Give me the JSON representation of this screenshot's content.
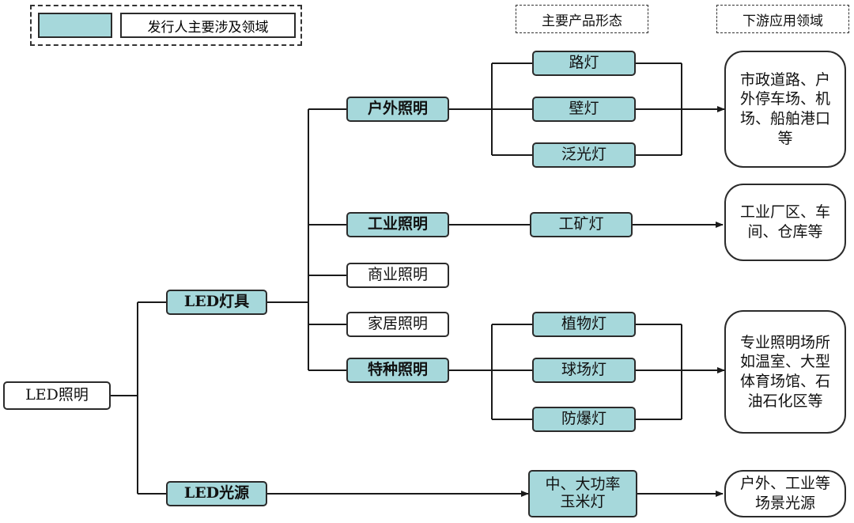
{
  "legend": {
    "label": "发行人主要涉及领域",
    "swatch_color": "#a6d8db"
  },
  "headers": {
    "products": "主要产品形态",
    "downstream": "下游应用领域"
  },
  "root": "LED照明",
  "level1": {
    "fixtures": "LED灯具",
    "light_source": "LED光源"
  },
  "level2": {
    "outdoor": "户外照明",
    "industrial": "工业照明",
    "commercial": "商业照明",
    "home": "家居照明",
    "special": "特种照明"
  },
  "products": {
    "street_lamp": "路灯",
    "wall_lamp": "壁灯",
    "floodlight": "泛光灯",
    "mining_lamp": "工矿灯",
    "plant_lamp": "植物灯",
    "stadium_lamp": "球场灯",
    "explosion_proof_lamp": "防爆灯",
    "corn_lamp": "中、大功率玉米灯"
  },
  "applications": {
    "outdoor": "市政道路、户外停车场、机场、船舶港口等",
    "industrial": "工业厂区、车间、仓库等",
    "special": "专业照明场所如温室、大型体育场馆、石油石化区等",
    "light_source": "户外、工业等场景光源"
  },
  "colors": {
    "highlight": "#a6d8db",
    "plain": "#ffffff",
    "line": "#2b2b2b"
  }
}
